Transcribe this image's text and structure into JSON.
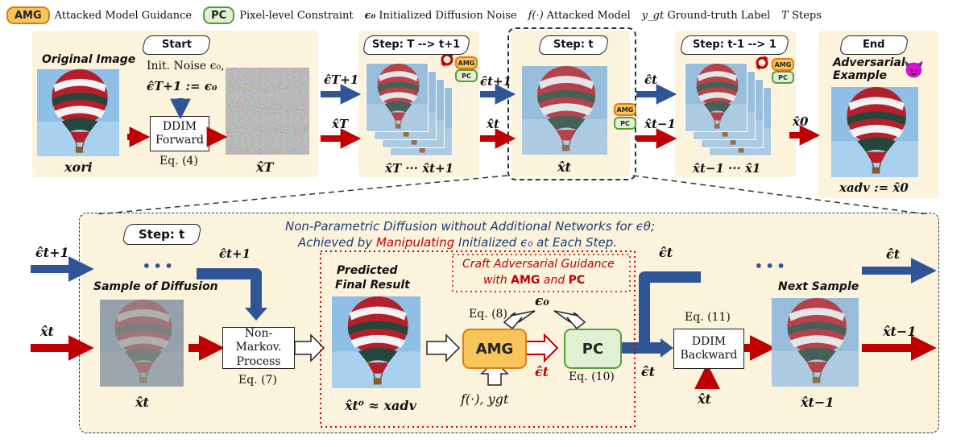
{
  "legend": {
    "amg_badge": "AMG",
    "amg_text": "Attacked Model Guidance",
    "pc_badge": "PC",
    "pc_text": "Pixel-level Constraint",
    "eps0_symbol": "ϵ₀",
    "eps0_text": "Initialized Diffusion Noise",
    "f_symbol": "f(·)",
    "f_text": "Attacked Model",
    "ygt_symbol": "y_gt",
    "ygt_text": "Ground-truth Label",
    "T_symbol": "T",
    "T_text": "Steps"
  },
  "top": {
    "original_image_title": "Original Image",
    "x_ori": "𝒙ori",
    "start_tag": "Start",
    "init_noise_line1": "Init. Noise ϵ₀,",
    "init_noise_line2": "ϵ̂T+1 := ϵ₀",
    "ddim_forward": "DDIM Forward",
    "eq4": "Eq. (4)",
    "xT": "𝒙̂T",
    "eps_T1": "ϵ̂T+1",
    "xT_arrow": "𝒙̂T",
    "step1_tag": "Step: T --> t+1",
    "step1_caption": "𝒙̂T ··· 𝒙̂t+1",
    "eps_t1": "ϵ̂t+1",
    "xt_arrow": "𝒙̂t",
    "step_t_tag": "Step: t",
    "step_t_caption": "𝒙̂t",
    "eps_t": "ϵ̂t",
    "xt1_arrow": "𝒙̂t−1",
    "step3_tag": "Step: t-1 --> 1",
    "step3_caption": "𝒙̂t−1 ··· 𝒙̂1",
    "x0_arrow": "𝒙̂0",
    "end_tag": "End",
    "adv_title": "Adversarial Example",
    "adv_emoji": "😈",
    "x_adv": "𝒙adv := 𝒙̂0",
    "mini_amg": "AMG",
    "mini_pc": "PC"
  },
  "bottom": {
    "headline1": "Non-Parametric Diffusion without Additional Networks for ϵθ;",
    "headline2_a": "Achieved by ",
    "headline2_b": "Manipulating",
    "headline2_c": " Initialized  ϵ₀ at Each Step.",
    "step_tag": "Step: t",
    "dots_left": "•••",
    "dots_right": "•••",
    "eps_t1_left": "ϵ̂t+1",
    "xt_left": "𝒙̂t",
    "eps_t1_top": "ϵ̂t+1",
    "sample_title": "Sample of Diffusion",
    "sample_caption": "𝒙̂t",
    "nonmarkov": "Non-Markov. Process",
    "eq7": "Eq. (7)",
    "predicted_title1": "Predicted",
    "predicted_title2": "Final Result",
    "predicted_caption": "𝒙̂t⁰ ≈ 𝒙adv",
    "craft_line1": "Craft Adversarial Guidance",
    "craft_line2a": "with ",
    "craft_amg": "AMG",
    "craft_and": " and ",
    "craft_pc": "PC",
    "eq8": "Eq. (8)",
    "eps0": "ϵ₀",
    "amg": "AMG",
    "pc": "PC",
    "eps_hat_red": "ϵ̂t",
    "eq10": "Eq. (10)",
    "f_ygt": "f(·), ygt",
    "eps_t_up": "ϵ̂t",
    "eps_t_low": "ϵ̂t",
    "eq11": "Eq. (11)",
    "ddim_backward": "DDIM Backward",
    "xt_under_ddim": "𝒙̂t",
    "next_title": "Next Sample",
    "next_caption": "𝒙̂t−1",
    "eps_t_right": "ϵ̂t",
    "xt1_right": "𝒙̂t−1"
  },
  "colors": {
    "blue_arrow": "#2f5597",
    "red_arrow": "#c00000",
    "panel": "#fbf3dc",
    "amg_fill": "#f7c55a",
    "amg_border": "#e07a18",
    "pc_fill": "#dff0d3",
    "pc_border": "#5b9a3c",
    "headline_blue": "#1f3a7a",
    "headline_red": "#c00000"
  }
}
